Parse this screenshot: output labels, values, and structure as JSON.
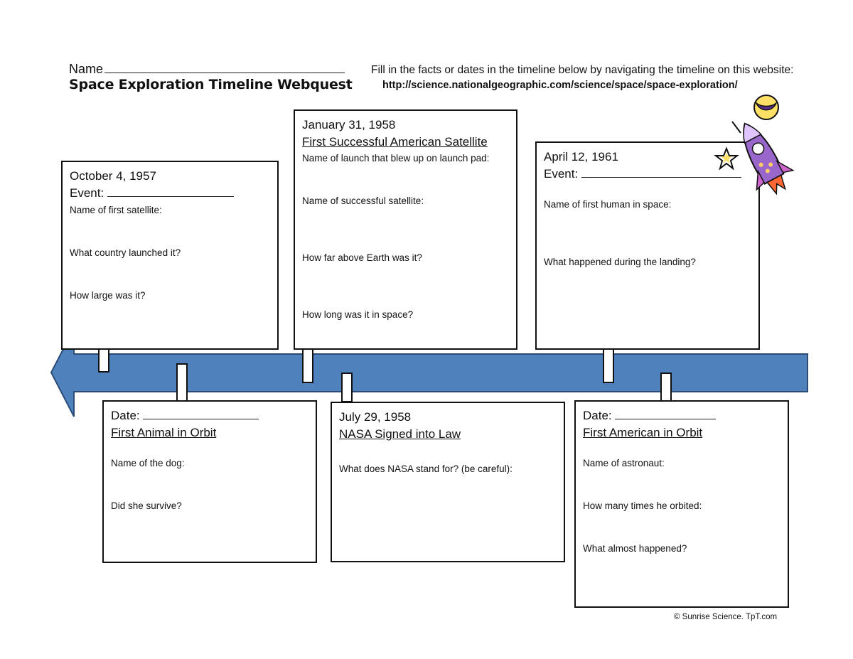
{
  "header": {
    "name_label": "Name",
    "title": "Space Exploration Timeline Webquest",
    "instructions": "Fill in the facts or dates in the timeline below by navigating the timeline on this website:",
    "url": "http://science.nationalgeographic.com/science/space/space-exploration/"
  },
  "boxes": {
    "oct1957": {
      "date": "October 4, 1957",
      "event_label": "Event:",
      "questions": [
        "Name of first satellite:",
        "What country launched it?",
        "How large was it?"
      ]
    },
    "jan1958": {
      "date": "January 31, 1958",
      "heading": "First Successful American Satellite",
      "questions": [
        "Name of launch that blew up on launch pad:",
        "Name of successful satellite:",
        "How far above Earth was it?",
        "How long was it in space?"
      ]
    },
    "apr1961": {
      "date": "April 12, 1961",
      "event_label": "Event:",
      "questions": [
        "Name of first human in space:",
        "What happened during the landing?"
      ]
    },
    "animal": {
      "date_label": "Date:",
      "heading": "First Animal in Orbit",
      "questions": [
        "Name of the dog:",
        "Did she survive?"
      ]
    },
    "jul1958": {
      "date": "July 29, 1958",
      "heading": "NASA Signed into Law",
      "questions": [
        "What does NASA stand for? (be careful):"
      ]
    },
    "american": {
      "date_label": "Date:",
      "heading": "First American in Orbit",
      "questions": [
        "Name of astronaut:",
        "How many times he orbited:",
        "What almost happened?"
      ]
    }
  },
  "footer": {
    "copyright": "© Sunrise Science. TpT.com"
  },
  "colors": {
    "arrow": "#4f81bd",
    "rocket_body": "#9966cc",
    "flame": "#ff6633",
    "moon": "#ffe066"
  },
  "icons": [
    "rocket-icon",
    "star-icon",
    "moon-icon"
  ]
}
